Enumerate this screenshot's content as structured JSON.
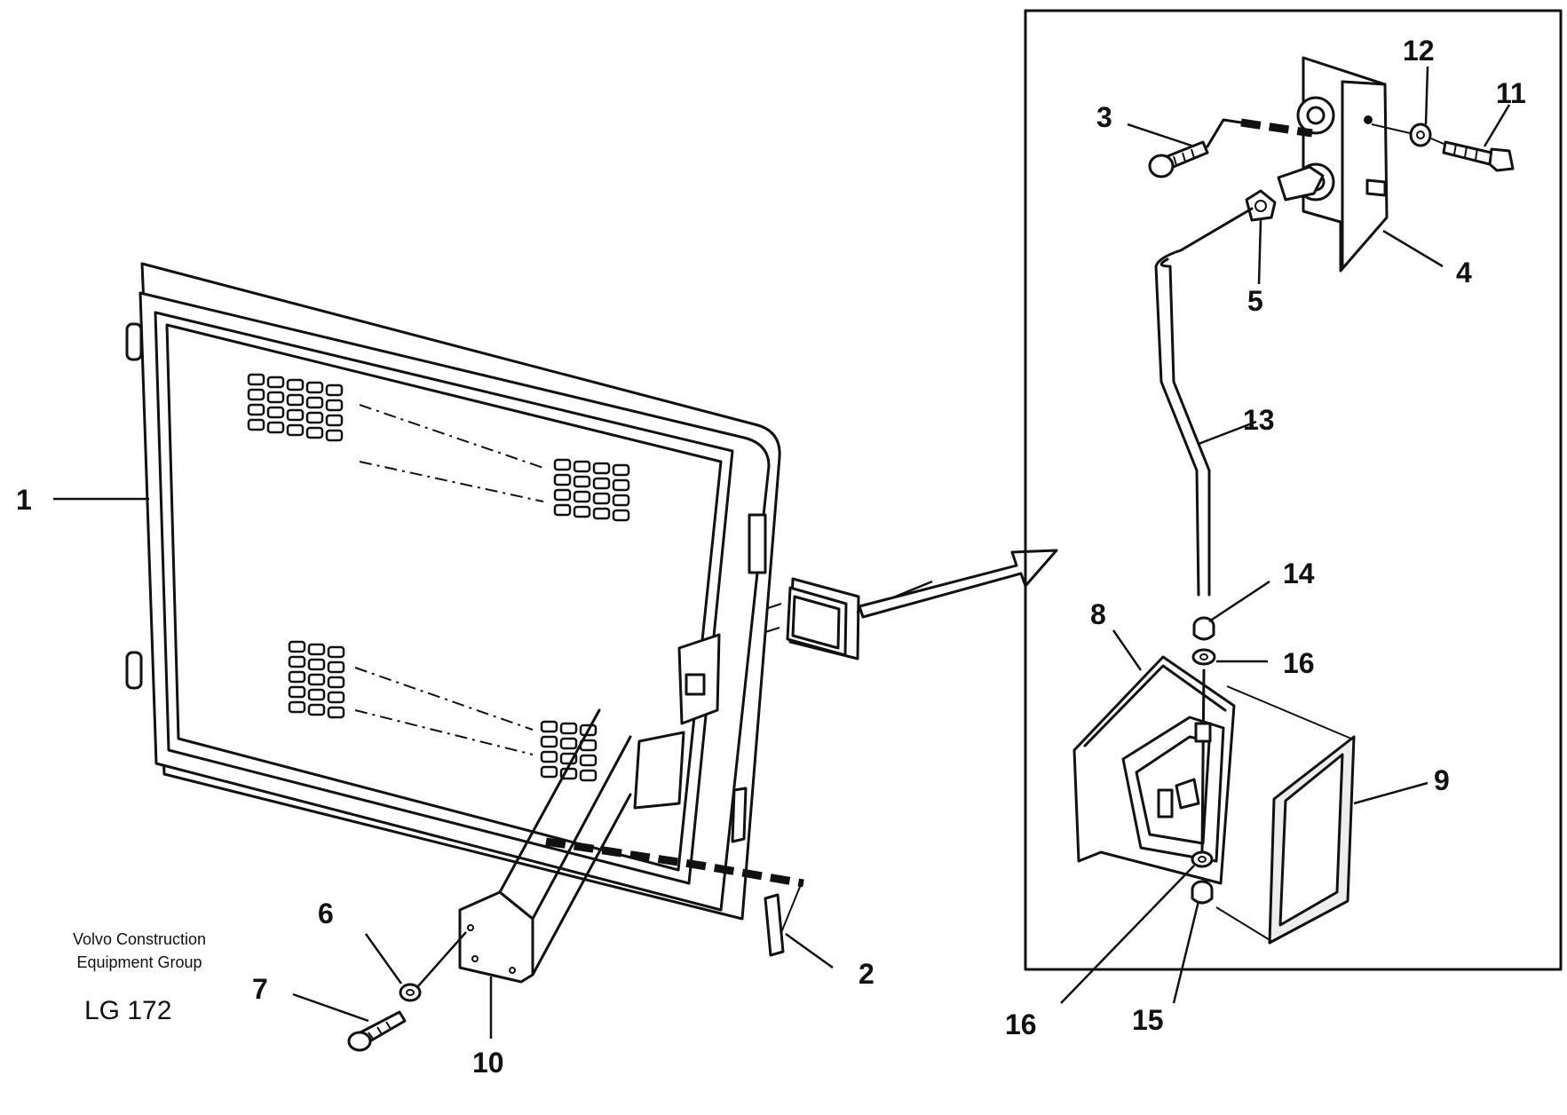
{
  "callouts": [
    {
      "id": "c1",
      "text": "1"
    },
    {
      "id": "c2",
      "text": "2"
    },
    {
      "id": "c3",
      "text": "3"
    },
    {
      "id": "c4",
      "text": "4"
    },
    {
      "id": "c5",
      "text": "5"
    },
    {
      "id": "c6",
      "text": "6"
    },
    {
      "id": "c7",
      "text": "7"
    },
    {
      "id": "c8",
      "text": "8"
    },
    {
      "id": "c9",
      "text": "9"
    },
    {
      "id": "c10",
      "text": "10"
    },
    {
      "id": "c11",
      "text": "11"
    },
    {
      "id": "c12",
      "text": "12"
    },
    {
      "id": "c13",
      "text": "13"
    },
    {
      "id": "c14",
      "text": "14"
    },
    {
      "id": "c15",
      "text": "15"
    },
    {
      "id": "c16a",
      "text": "16"
    },
    {
      "id": "c16b",
      "text": "16"
    }
  ],
  "credit": {
    "line1": "Volvo Construction",
    "line2": "Equipment Group"
  },
  "figure_code": "LG 172",
  "colors": {
    "ink": "#111111",
    "paper": "#ffffff"
  }
}
